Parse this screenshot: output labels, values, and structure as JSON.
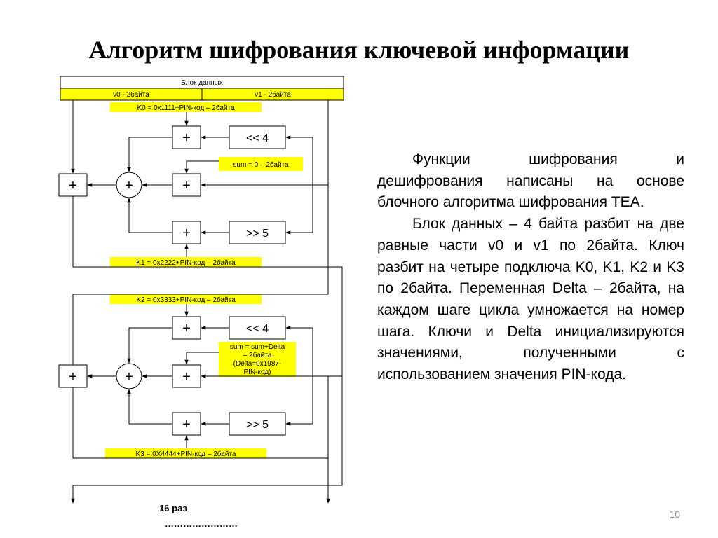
{
  "title": "Алгоритм шифрования ключевой информации",
  "diagram": {
    "block_header": "Блок данных",
    "v0": "v0 - 2байта",
    "v1": "v1 - 2байта",
    "k0": "K0 = 0x1111+PIN-код – 2байта",
    "k1": "K1 = 0x2222+PIN-код – 2байта",
    "k2": "K2 = 0x3333+PIN-код – 2байта",
    "k3": "K3 = 0X4444+PIN-код – 2байта",
    "sum_init": "sum = 0 – 2байта",
    "sum_delta": [
      "sum = sum+Delta",
      "– 2байта",
      "(Delta=0x1987-",
      "PIN-код)"
    ],
    "plus": "+",
    "shl": "<< 4",
    "shr": ">> 5",
    "repeat": "16 раз",
    "dots": "……………………",
    "colors": {
      "highlight": "#ffff00",
      "line": "#000000"
    }
  },
  "text": {
    "p1": "Функции шифрования и дешифрования написаны на основе блочного алгоритма шифрования TEA.",
    "p2": "Блок данных – 4 байта разбит на две равные части v0 и v1 по 2байта. Ключ разбит на четыре подключа K0, K1, K2 и K3 по 2байта. Переменная Delta – 2байта, на каждом шаге цикла умножается на номер шага. Ключи и Delta инициализируются значениями, полученными с использованием значения PIN-кода."
  },
  "page_number": "10"
}
